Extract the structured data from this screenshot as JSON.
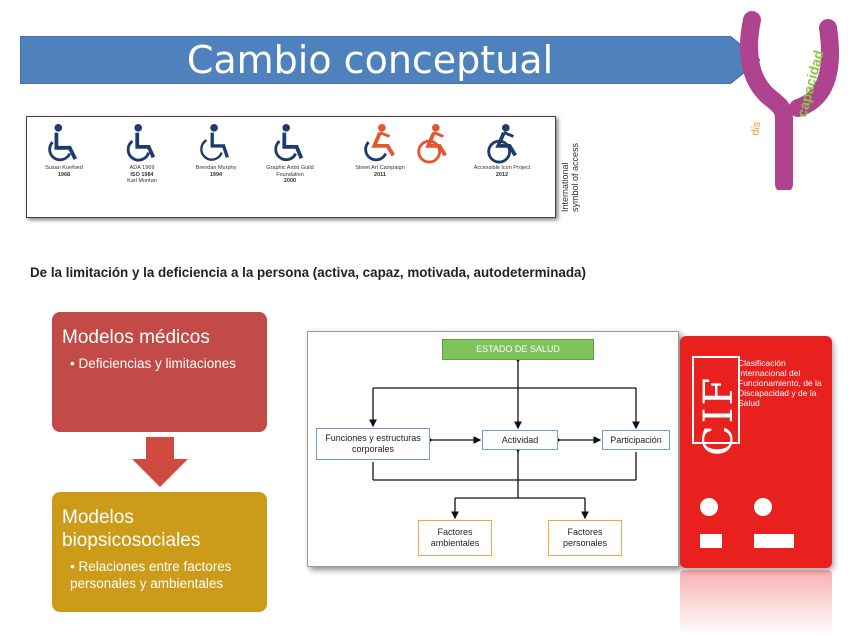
{
  "title": "Cambio conceptual",
  "logo": {
    "prefix": "dis",
    "main": "capacidad"
  },
  "icons": [
    {
      "name": "Susan Koefoed",
      "year": "1968",
      "extra": ""
    },
    {
      "name": "ADA 1969",
      "year": "ISO 1984",
      "extra": "Karl Montan"
    },
    {
      "name": "Brendan Murphy",
      "year": "1994",
      "extra": ""
    },
    {
      "name": "Graphic Artist Guild Foundation",
      "year": "2000",
      "extra": ""
    },
    {
      "name": "Street Art Campaign",
      "year": "2011",
      "extra": ""
    },
    {
      "name": "Accessible Icon Project",
      "year": "2012",
      "extra": ""
    }
  ],
  "isa_label": "International symbol of access",
  "subtitle": "De la limitación y la deficiencia a la persona (activa, capaz, motivada, autodeterminada)",
  "medical": {
    "title": "Modelos médicos",
    "bullet": "• Deficiencias y limitaciones"
  },
  "bio": {
    "title": "Modelos biopsicosociales",
    "bullet": "• Relaciones entre factores personales y ambientales"
  },
  "diagram": {
    "health": "ESTADO DE SALUD",
    "functions": "Funciones y estructuras corporales",
    "activity": "Actividad",
    "participation": "Participación",
    "env": "Factores ambientales",
    "pers": "Factores personales"
  },
  "cif": {
    "logo": "CIF",
    "title": "Clasificación Internacional del Funcionamiento, de la Discapacidad y de la Salud"
  },
  "colors": {
    "title_bar": "#4f81bd",
    "medical": "#c24b47",
    "bio": "#cc9b1a",
    "down_arrow": "#d14a40",
    "health": "#7fc35b",
    "cif": "#e8201e",
    "logo_purple": "#b0438f",
    "logo_green": "#8cc63f",
    "logo_orange": "#f39a1d"
  }
}
